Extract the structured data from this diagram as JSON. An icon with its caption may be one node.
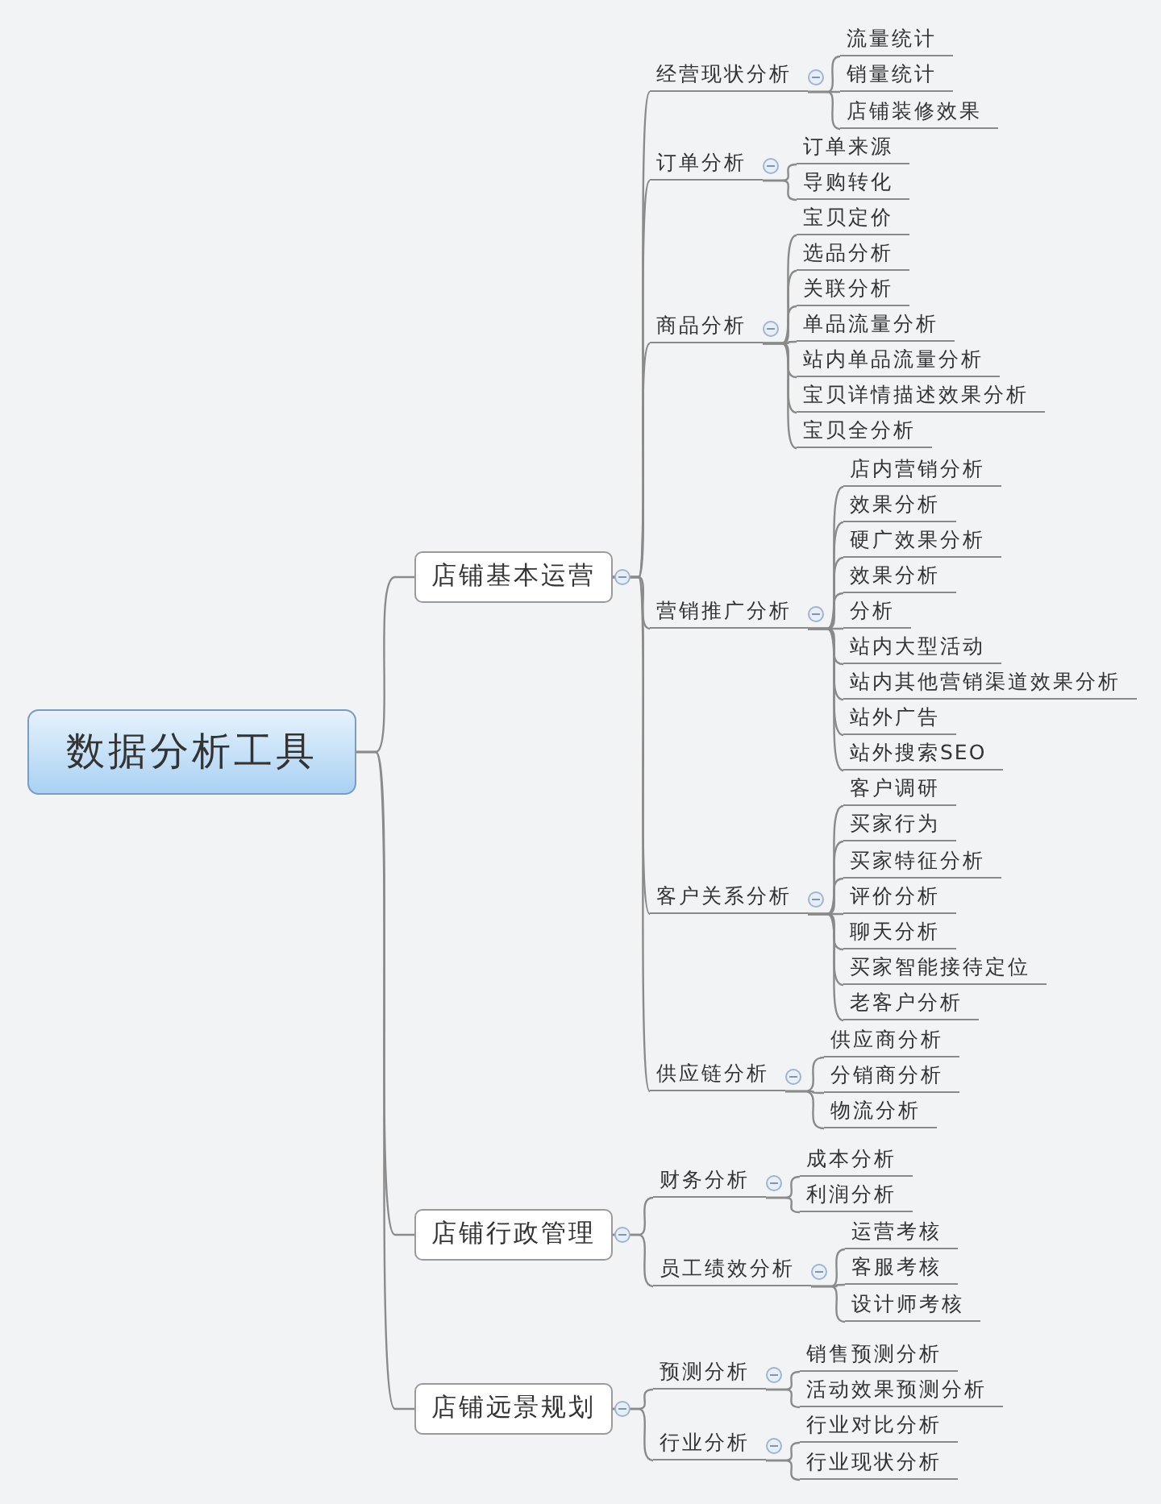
{
  "diagram": {
    "nodes": [
      {
        "text": [
          "数据分析工具"
        ]
      },
      {
        "text": [
          "店铺基本运营"
        ]
      },
      {
        "text": [
          "经营现状分析"
        ]
      },
      {
        "text": [
          "流量统计"
        ]
      },
      {
        "text": [
          "销量统计"
        ]
      },
      {
        "text": [
          "店铺装修效果"
        ]
      },
      {
        "text": [
          "订单分析"
        ]
      },
      {
        "text": [
          "订单来源"
        ]
      },
      {
        "text": [
          "导购转化"
        ]
      },
      {
        "text": [
          "商品分析"
        ]
      },
      {
        "text": [
          "宝贝定价"
        ]
      },
      {
        "text": [
          "选品分析"
        ]
      },
      {
        "text": [
          "关联分析"
        ]
      },
      {
        "text": [
          "单品流量分析"
        ]
      },
      {
        "text": [
          "站内单品流量分析"
        ]
      },
      {
        "text": [
          "宝贝详情描述效果分析"
        ]
      },
      {
        "text": [
          "宝贝全分析"
        ]
      },
      {
        "text": [
          "营销推广分析"
        ]
      },
      {
        "text": [
          "店内营销分析"
        ]
      },
      {
        "text": [
          "效果分析"
        ]
      },
      {
        "text": [
          "硬广效果分析"
        ]
      },
      {
        "text": [
          "效果分析"
        ]
      },
      {
        "text": [
          "分析"
        ]
      },
      {
        "text": [
          "站内大型活动"
        ]
      },
      {
        "text": [
          "站内其他营销渠道效果分析"
        ]
      },
      {
        "text": [
          "站外广告"
        ]
      },
      {
        "text": [
          "站外搜索SEO"
        ]
      },
      {
        "text": [
          "客户关系分析"
        ]
      },
      {
        "text": [
          "客户调研"
        ]
      },
      {
        "text": [
          "买家行为"
        ]
      },
      {
        "text": [
          "买家特征分析"
        ]
      },
      {
        "text": [
          "评价分析"
        ]
      },
      {
        "text": [
          "聊天分析"
        ]
      },
      {
        "text": [
          "买家智能接待定位"
        ]
      },
      {
        "text": [
          "老客户分析"
        ]
      },
      {
        "text": [
          "供应链分析"
        ]
      },
      {
        "text": [
          "供应商分析"
        ]
      },
      {
        "text": [
          "分销商分析"
        ]
      },
      {
        "text": [
          "物流分析"
        ]
      },
      {
        "text": [
          "店铺行政管理"
        ]
      },
      {
        "text": [
          "财务分析"
        ]
      },
      {
        "text": [
          "成本分析"
        ]
      },
      {
        "text": [
          "利润分析"
        ]
      },
      {
        "text": [
          "员工绩效分析"
        ]
      },
      {
        "text": [
          "运营考核"
        ]
      },
      {
        "text": [
          "客服考核"
        ]
      },
      {
        "text": [
          "设计师考核"
        ]
      },
      {
        "text": [
          "店铺远景规划"
        ]
      },
      {
        "text": [
          "预测分析"
        ]
      },
      {
        "text": [
          "销售预测分析"
        ]
      },
      {
        "text": [
          "活动效果预测分析"
        ]
      },
      {
        "text": [
          "行业分析"
        ]
      },
      {
        "text": [
          "行业对比分析"
        ]
      },
      {
        "text": [
          "行业现状分析"
        ]
      }
    ],
    "edges": [
      {
        "from": 0,
        "to": 1,
        "arrow": "none"
      },
      {
        "from": 0,
        "to": 39,
        "arrow": "none"
      },
      {
        "from": 0,
        "to": 47,
        "arrow": "none"
      },
      {
        "from": 1,
        "to": 2,
        "arrow": "none"
      },
      {
        "from": 1,
        "to": 6,
        "arrow": "none"
      },
      {
        "from": 1,
        "to": 9,
        "arrow": "none"
      },
      {
        "from": 1,
        "to": 17,
        "arrow": "none"
      },
      {
        "from": 1,
        "to": 27,
        "arrow": "none"
      },
      {
        "from": 1,
        "to": 35,
        "arrow": "none"
      },
      {
        "from": 2,
        "to": 3,
        "arrow": "none"
      },
      {
        "from": 2,
        "to": 4,
        "arrow": "none"
      },
      {
        "from": 2,
        "to": 5,
        "arrow": "none"
      },
      {
        "from": 6,
        "to": 7,
        "arrow": "none"
      },
      {
        "from": 6,
        "to": 8,
        "arrow": "none"
      },
      {
        "from": 9,
        "to": 10,
        "arrow": "none"
      },
      {
        "from": 9,
        "to": 11,
        "arrow": "none"
      },
      {
        "from": 9,
        "to": 12,
        "arrow": "none"
      },
      {
        "from": 9,
        "to": 13,
        "arrow": "none"
      },
      {
        "from": 9,
        "to": 14,
        "arrow": "none"
      },
      {
        "from": 9,
        "to": 15,
        "arrow": "none"
      },
      {
        "from": 9,
        "to": 16,
        "arrow": "none"
      },
      {
        "from": 17,
        "to": 18,
        "arrow": "none"
      },
      {
        "from": 17,
        "to": 19,
        "arrow": "none"
      },
      {
        "from": 17,
        "to": 20,
        "arrow": "none"
      },
      {
        "from": 17,
        "to": 21,
        "arrow": "none"
      },
      {
        "from": 17,
        "to": 22,
        "arrow": "none"
      },
      {
        "from": 17,
        "to": 23,
        "arrow": "none"
      },
      {
        "from": 17,
        "to": 24,
        "arrow": "none"
      },
      {
        "from": 17,
        "to": 25,
        "arrow": "none"
      },
      {
        "from": 17,
        "to": 26,
        "arrow": "none"
      },
      {
        "from": 27,
        "to": 28,
        "arrow": "none"
      },
      {
        "from": 27,
        "to": 29,
        "arrow": "none"
      },
      {
        "from": 27,
        "to": 30,
        "arrow": "none"
      },
      {
        "from": 27,
        "to": 31,
        "arrow": "none"
      },
      {
        "from": 27,
        "to": 32,
        "arrow": "none"
      },
      {
        "from": 27,
        "to": 33,
        "arrow": "none"
      },
      {
        "from": 27,
        "to": 34,
        "arrow": "none"
      },
      {
        "from": 35,
        "to": 36,
        "arrow": "none"
      },
      {
        "from": 35,
        "to": 37,
        "arrow": "none"
      },
      {
        "from": 35,
        "to": 38,
        "arrow": "none"
      },
      {
        "from": 39,
        "to": 40,
        "arrow": "none"
      },
      {
        "from": 39,
        "to": 43,
        "arrow": "none"
      },
      {
        "from": 40,
        "to": 41,
        "arrow": "none"
      },
      {
        "from": 40,
        "to": 42,
        "arrow": "none"
      },
      {
        "from": 43,
        "to": 44,
        "arrow": "none"
      },
      {
        "from": 43,
        "to": 45,
        "arrow": "none"
      },
      {
        "from": 43,
        "to": 46,
        "arrow": "none"
      },
      {
        "from": 47,
        "to": 48,
        "arrow": "none"
      },
      {
        "from": 47,
        "to": 51,
        "arrow": "none"
      },
      {
        "from": 48,
        "to": 49,
        "arrow": "none"
      },
      {
        "from": 48,
        "to": 50,
        "arrow": "none"
      },
      {
        "from": 51,
        "to": 52,
        "arrow": "none"
      },
      {
        "from": 51,
        "to": 53,
        "arrow": "none"
      }
    ]
  }
}
